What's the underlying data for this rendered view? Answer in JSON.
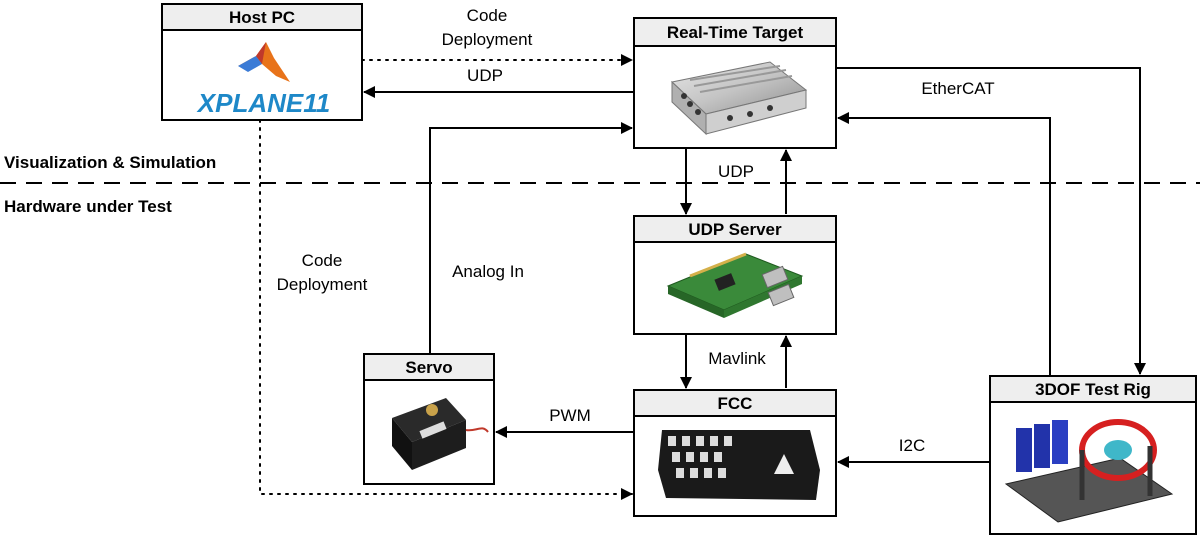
{
  "sections": {
    "top": "Visualization & Simulation",
    "bottom": "Hardware under Test"
  },
  "blocks": {
    "host_pc": "Host PC",
    "real_time_target": "Real-Time Target",
    "udp_server": "UDP Server",
    "servo": "Servo",
    "fcc": "FCC",
    "test_rig": "3DOF Test Rig"
  },
  "connections": {
    "code_deployment_top_line1": "Code",
    "code_deployment_top_line2": "Deployment",
    "udp_host": "UDP",
    "ethercat": "EtherCAT",
    "udp_server_link": "UDP",
    "analog_in": "Analog In",
    "code_deployment_left_line1": "Code",
    "code_deployment_left_line2": "Deployment",
    "mavlink": "Mavlink",
    "pwm": "PWM",
    "i2c": "I2C"
  },
  "logos": {
    "xplane": "XPLANE11"
  },
  "colors": {
    "xplane_blue": "#1e88c8",
    "matlab_orange": "#e8731a",
    "pcb_green": "#3a8a3a",
    "rig_blue": "#2233aa",
    "rig_red": "#d62020"
  }
}
